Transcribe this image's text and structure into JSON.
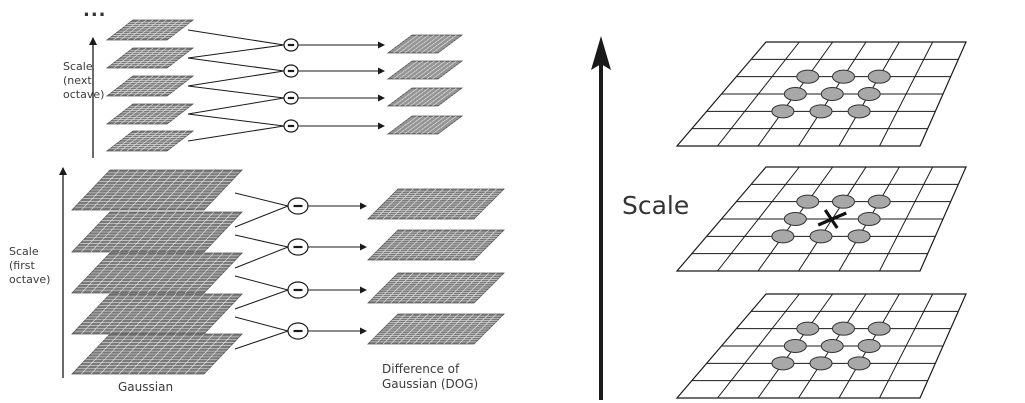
{
  "left_diagram": {
    "ellipsis": "...",
    "next_octave_label": [
      "Scale",
      "(next",
      "octave)"
    ],
    "first_octave_label": [
      "Scale",
      "(first",
      "octave)"
    ],
    "gaussian_label": "Gaussian",
    "dog_label": [
      "Difference of",
      "Gaussian (DOG)"
    ],
    "operator_symbol": "−",
    "next_octave_gaussian_levels": 5,
    "next_octave_dog_levels": 4,
    "first_octave_gaussian_levels": 5,
    "first_octave_dog_levels": 4
  },
  "right_diagram": {
    "scale_label": "Scale",
    "sample_marker": "X",
    "grid_cells": 6,
    "neighbor_disc_color": "#a8a8a8",
    "layers": [
      {
        "role": "upper-scale",
        "neighbor_count": 9
      },
      {
        "role": "current-scale",
        "neighbor_count": 8,
        "has_sample": true
      },
      {
        "role": "lower-scale",
        "neighbor_count": 9
      }
    ]
  },
  "colors": {
    "line": "#1a1a1a",
    "grid_fill": "#7a7a7a",
    "grid_line": "#e6e6e6",
    "text": "#3a3a3a"
  }
}
